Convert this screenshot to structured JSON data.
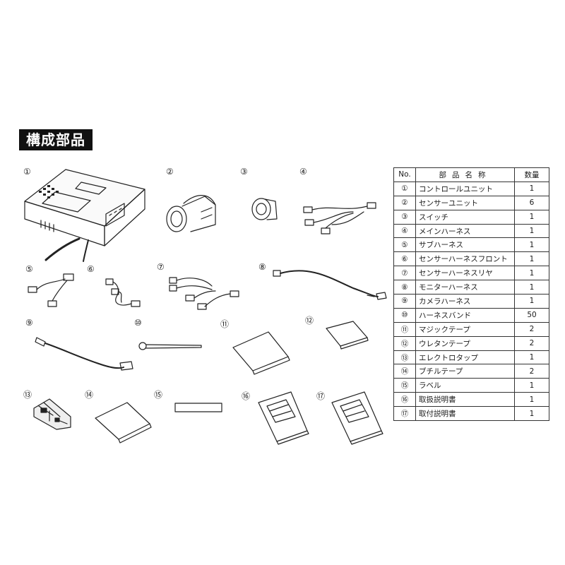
{
  "heading": "構成部品",
  "items": [
    {
      "no": "①",
      "name": "コントロールユニット",
      "qty": "1"
    },
    {
      "no": "②",
      "name": "センサーユニット",
      "qty": "6"
    },
    {
      "no": "③",
      "name": "スイッチ",
      "qty": "1"
    },
    {
      "no": "④",
      "name": "メインハーネス",
      "qty": "1"
    },
    {
      "no": "⑤",
      "name": "サブハーネス",
      "qty": "1"
    },
    {
      "no": "⑥",
      "name": "センサーハーネスフロント",
      "qty": "1"
    },
    {
      "no": "⑦",
      "name": "センサーハーネスリヤ",
      "qty": "1"
    },
    {
      "no": "⑧",
      "name": "モニターハーネス",
      "qty": "1"
    },
    {
      "no": "⑨",
      "name": "カメラハーネス",
      "qty": "1"
    },
    {
      "no": "⑩",
      "name": "ハーネスバンド",
      "qty": "50"
    },
    {
      "no": "⑪",
      "name": "マジックテープ",
      "qty": "2"
    },
    {
      "no": "⑫",
      "name": "ウレタンテープ",
      "qty": "2"
    },
    {
      "no": "⑬",
      "name": "エレクトロタップ",
      "qty": "1"
    },
    {
      "no": "⑭",
      "name": "ブチルテープ",
      "qty": "2"
    },
    {
      "no": "⑮",
      "name": "ラベル",
      "qty": "1"
    },
    {
      "no": "⑯",
      "name": "取扱説明書",
      "qty": "1"
    },
    {
      "no": "⑰",
      "name": "取付説明書",
      "qty": "1"
    }
  ],
  "table_header": {
    "no": "No.",
    "name": "部品名称",
    "qty": "数量"
  }
}
